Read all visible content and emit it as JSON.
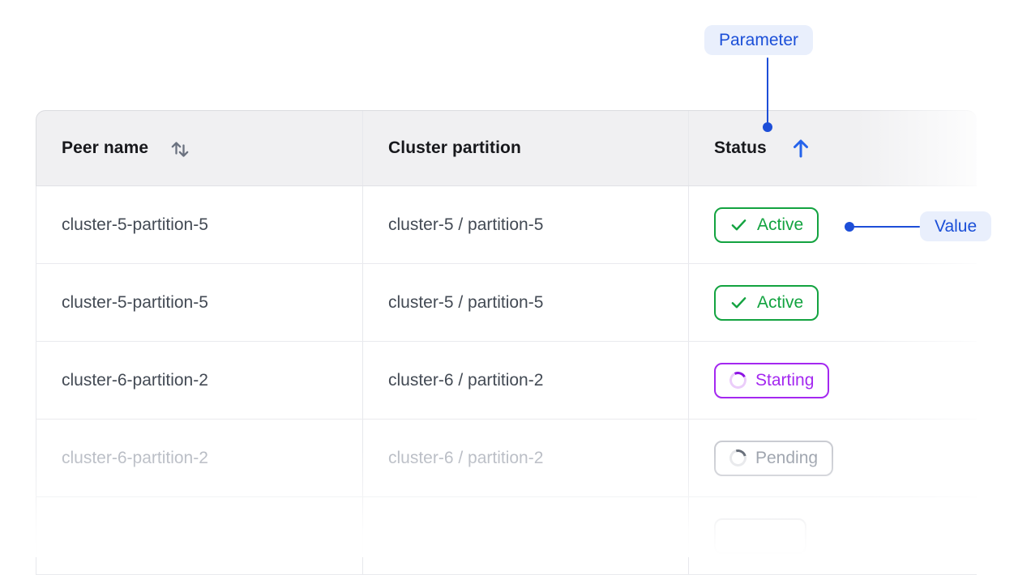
{
  "annotations": {
    "parameter_label": "Parameter",
    "value_label": "Value",
    "accent_color": "#1d4ed8",
    "pill_bg": "#e9effc"
  },
  "table": {
    "columns": [
      {
        "label": "Peer name",
        "sort": "sortable-both"
      },
      {
        "label": "Cluster partition",
        "sort": "none"
      },
      {
        "label": "Status",
        "sort": "ascending"
      }
    ],
    "rows": [
      {
        "peer_name": "cluster-5-partition-5",
        "cluster_partition": "cluster-5 / partition-5",
        "status": {
          "label": "Active",
          "type": "active"
        }
      },
      {
        "peer_name": "cluster-5-partition-5",
        "cluster_partition": "cluster-5 / partition-5",
        "status": {
          "label": "Active",
          "type": "active"
        }
      },
      {
        "peer_name": "cluster-6-partition-2",
        "cluster_partition": "cluster-6 / partition-2",
        "status": {
          "label": "Starting",
          "type": "starting"
        }
      },
      {
        "peer_name": "cluster-6-partition-2",
        "cluster_partition": "cluster-6 / partition-2",
        "status": {
          "label": "Pending",
          "type": "pending"
        }
      },
      {
        "peer_name": "",
        "cluster_partition": "",
        "status": {
          "label": "",
          "type": "partial"
        }
      }
    ],
    "status_colors": {
      "active": "#13a340",
      "starting": "#a428f0",
      "pending": "#9ba1ab",
      "sort_arrow_blue": "#2563eb",
      "sort_icon_gray": "#6b7280"
    }
  }
}
